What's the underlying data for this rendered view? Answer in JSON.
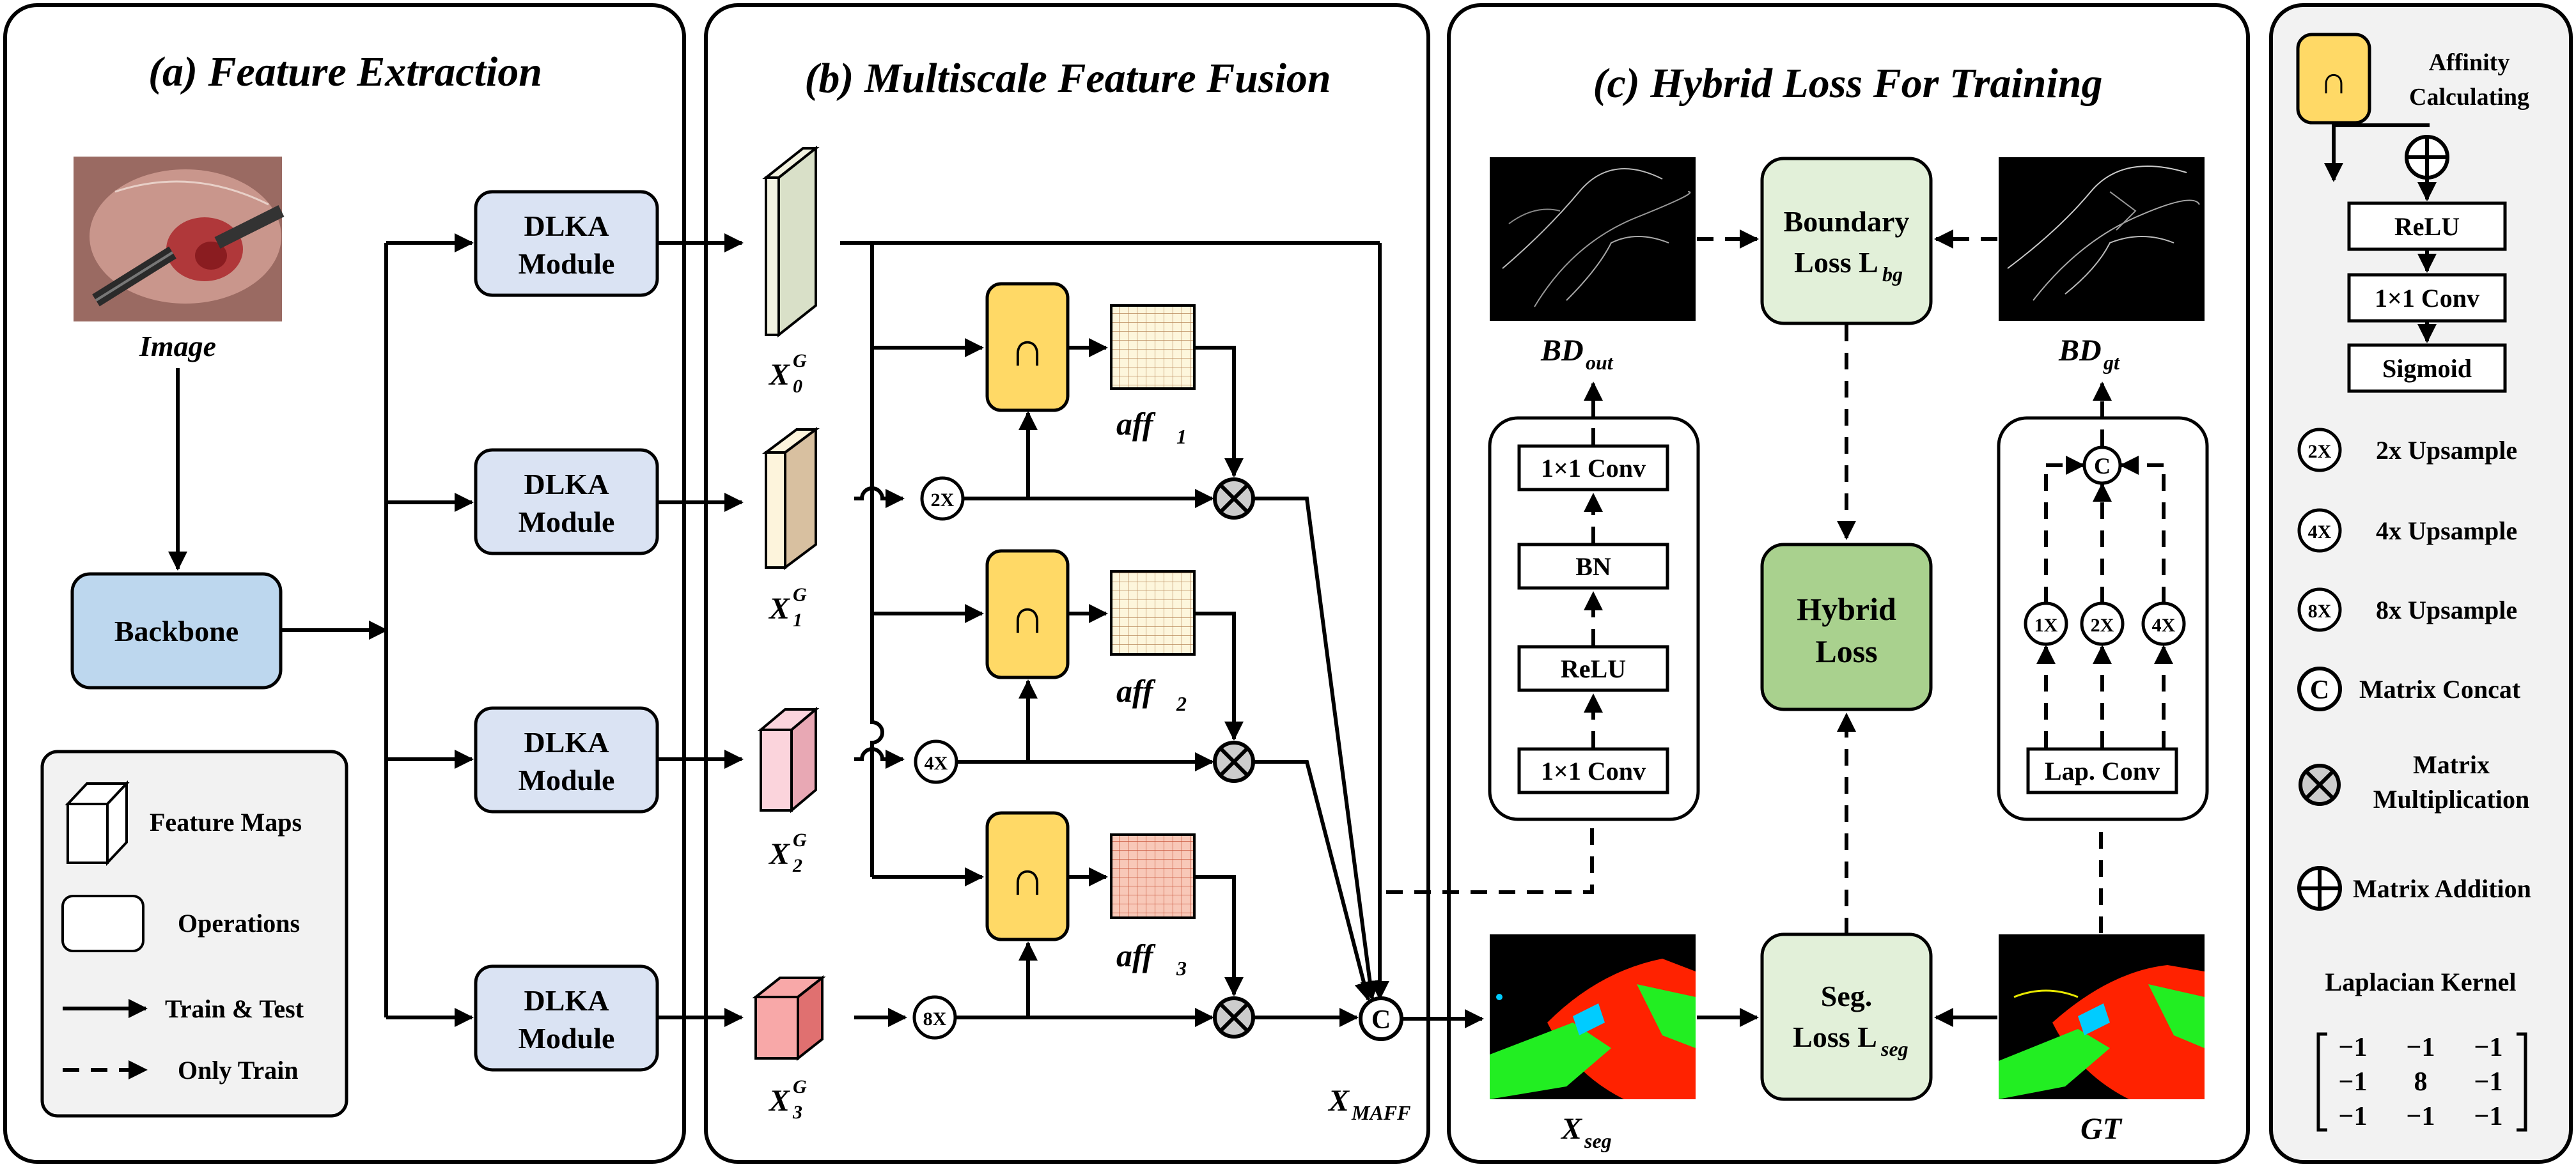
{
  "panels": {
    "a": {
      "title": "(a) Feature Extraction"
    },
    "b": {
      "title": "(b) Multiscale Feature Fusion"
    },
    "c": {
      "title": "(c) Hybrid Loss For Training"
    }
  },
  "feature_extraction": {
    "image_label": "Image",
    "backbone_label": "Backbone",
    "dlka_line1": "DLKA",
    "dlka_line2": "Module"
  },
  "legend_a": {
    "feature_maps": "Feature Maps",
    "operations": "Operations",
    "train_test": "Train & Test",
    "only_train": "Only Train"
  },
  "fusion": {
    "x_letter": "X",
    "g_sup": "G",
    "x_subs": [
      "0",
      "1",
      "2",
      "3"
    ],
    "aff_text": "aff",
    "aff_subs": [
      "1",
      "2",
      "3"
    ],
    "up2": "2X",
    "up4": "4X",
    "up8": "8X",
    "concat_symbol": "C",
    "intersect_symbol": "∩",
    "xmaff_letter": "X",
    "xmaff_sub": "MAFF"
  },
  "hybrid": {
    "bd_out_text": "BD",
    "bd_out_sub": "out",
    "bd_gt_text": "BD",
    "bd_gt_sub": "gt",
    "boundary_line1": "Boundary",
    "boundary_line2": "Loss L",
    "boundary_sub": "bg",
    "hybrid_line1": "Hybrid",
    "hybrid_line2": "Loss",
    "seg_line1": "Seg.",
    "seg_line2": "Loss L",
    "seg_sub": "seg",
    "conv1x1_top": "1×1 Conv",
    "bn": "BN",
    "relu": "ReLU",
    "conv1x1_bottom": "1×1 Conv",
    "lap_conv": "Lap. Conv",
    "up1": "1X",
    "up2": "2X",
    "up4": "4X",
    "concat_symbol": "C",
    "xseg_text": "X",
    "xseg_sub": "seg",
    "gt_label": "GT"
  },
  "legend_right": {
    "affinity_line1": "Affinity",
    "affinity_line2": "Calculating",
    "relu": "ReLU",
    "conv": "1×1 Conv",
    "sigmoid": "Sigmoid",
    "up2_icon": "2X",
    "up2_text": "2x Upsample",
    "up4_icon": "4X",
    "up4_text": "4x Upsample",
    "up8_icon": "8X",
    "up8_text": "8x Upsample",
    "concat_icon": "C",
    "concat_text": "Matrix Concat",
    "mult_line1": "Matrix",
    "mult_line2": "Multiplication",
    "add_text": "Matrix Addition",
    "kernel_title": "Laplacian Kernel",
    "kernel_rows": [
      [
        "−1",
        "−1",
        "−1"
      ],
      [
        "−1",
        "8",
        "−1"
      ],
      [
        "−1",
        "−1",
        "−1"
      ]
    ]
  },
  "colors": {
    "dlka_fill": "#dae3f3",
    "backbone_fill": "#bdd7ee",
    "affinity_fill": "#ffd966",
    "loss_fill": "#e2f0d9",
    "hybrid_fill": "#a9d18e",
    "legend_bg": "#f2f2f2",
    "seg_red": "#ff2200",
    "seg_green": "#22ee22",
    "seg_cyan": "#00ccff"
  }
}
